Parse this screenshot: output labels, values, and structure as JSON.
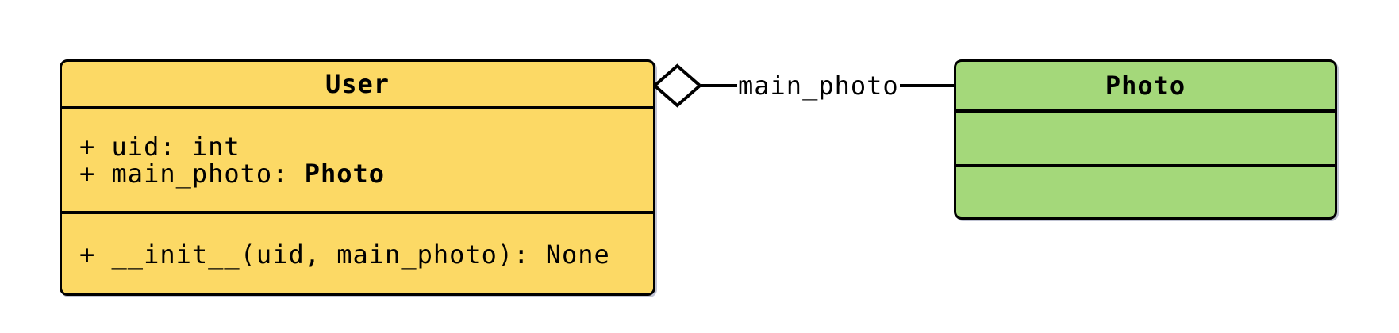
{
  "diagram": {
    "background": "#ffffff",
    "classes": {
      "user": {
        "title": "User",
        "fill": "#FCD965",
        "border_color": "#000000",
        "attributes": [
          {
            "label": "+ uid: ",
            "type": "int"
          },
          {
            "label": "+ main_photo: ",
            "type": "Photo"
          }
        ],
        "methods": [
          {
            "label": "+ __init__(uid, main_photo): ",
            "type": "None"
          }
        ]
      },
      "photo": {
        "title": "Photo",
        "fill": "#A4D87A",
        "border_color": "#000000",
        "attributes": [],
        "methods": []
      }
    },
    "connector": {
      "label": "main_photo",
      "relationship": "aggregation",
      "diamond_style": "open",
      "line_color": "#000000",
      "diamond_fill": "#ffffff"
    }
  }
}
